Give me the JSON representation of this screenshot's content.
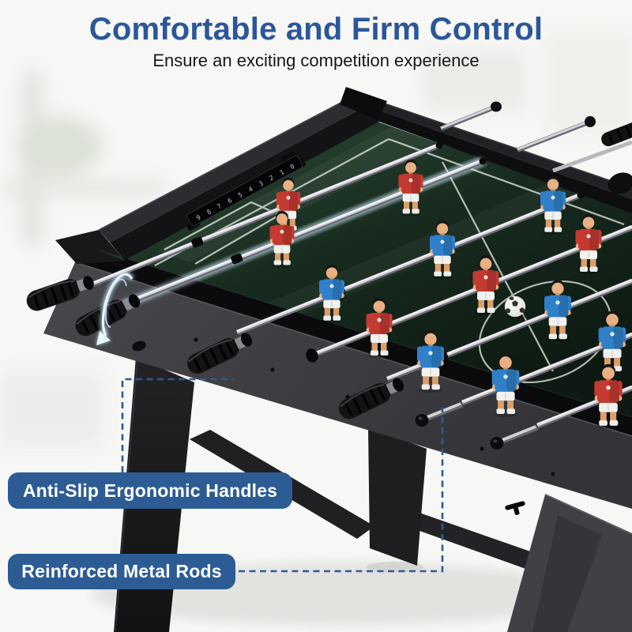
{
  "header": {
    "title": "Comfortable and Firm Control",
    "subtitle": "Ensure an exciting competition experience"
  },
  "callouts": [
    {
      "label": "Anti-Slip Ergonomic Handles"
    },
    {
      "label": "Reinforced Metal Rods"
    }
  ],
  "product": {
    "type": "foosball-table",
    "score_counter_digits": "9 8 7 6 5 4 3 2 1 0",
    "teams": {
      "red_jersey": "#c43a31",
      "blue_jersey": "#2f80c9"
    }
  },
  "colors": {
    "title_blue": "#2b579a",
    "callout_bg": "#2d5c94",
    "callout_text": "#ffffff",
    "connector_dash": "#2d5c94",
    "glow_blue": "#cfeaff",
    "field_green": "#20372a",
    "cabinet_black": "#1a1a1c",
    "panel_gray": "#3b3b3e"
  }
}
